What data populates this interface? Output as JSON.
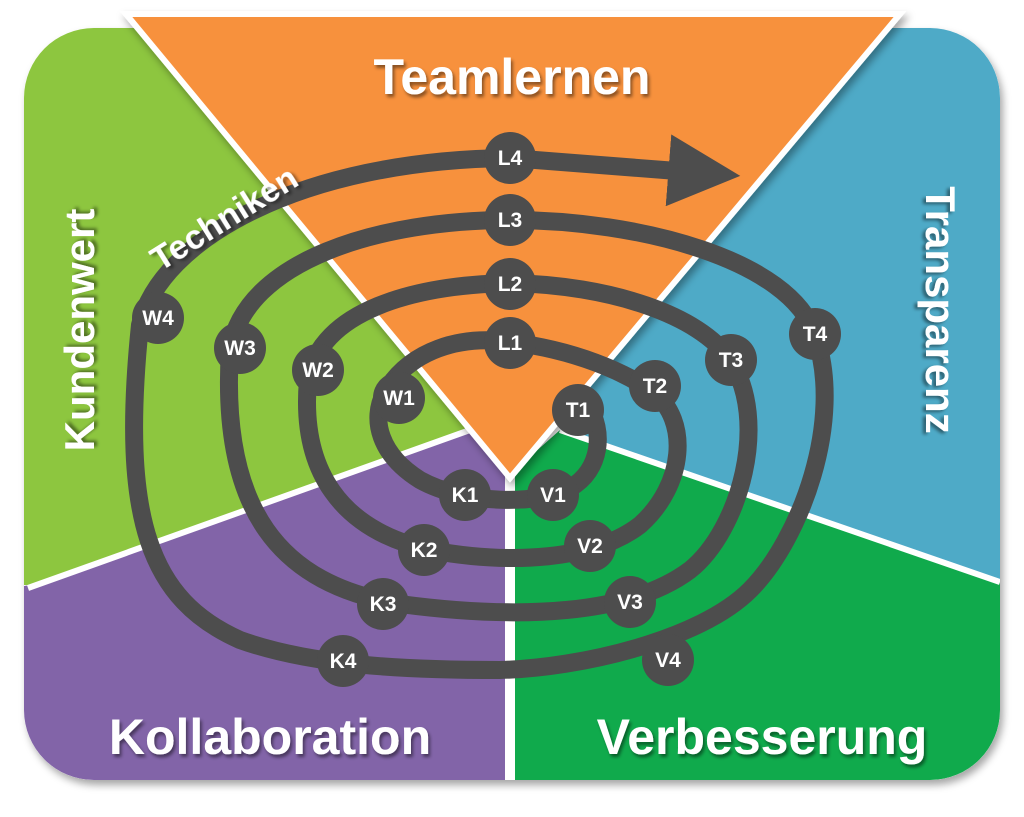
{
  "sections": {
    "top": "Teamlernen",
    "left": "Kundenwert",
    "right": "Transparenz",
    "bottom_left": "Kollaboration",
    "bottom_right": "Verbesserung"
  },
  "spiral_label": "Techniken",
  "nodes": {
    "L1": "L1",
    "L2": "L2",
    "L3": "L3",
    "L4": "L4",
    "W1": "W1",
    "W2": "W2",
    "W3": "W3",
    "W4": "W4",
    "T1": "T1",
    "T2": "T2",
    "T3": "T3",
    "T4": "T4",
    "K1": "K1",
    "K2": "K2",
    "K3": "K3",
    "K4": "K4",
    "V1": "V1",
    "V2": "V2",
    "V3": "V3",
    "V4": "V4"
  },
  "colors": {
    "green": "#8dc63f",
    "orange": "#f7913d",
    "blue": "#4eaac7",
    "purple": "#8264a8",
    "dark_green": "#10aa4c",
    "spiral": "#4d4d4d"
  }
}
